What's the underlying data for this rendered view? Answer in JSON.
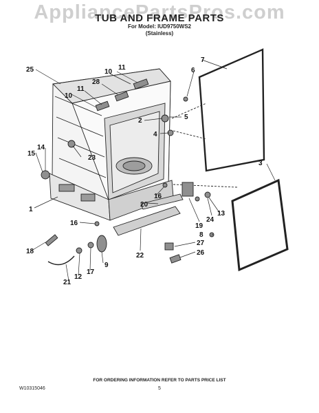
{
  "watermark": "AppliancePartsPros.com",
  "header": {
    "title": "TUB AND FRAME PARTS",
    "model": "For Model: IUD9750WS2",
    "variant": "(Stainless)"
  },
  "callouts": [
    "1",
    "2",
    "3",
    "4",
    "5",
    "6",
    "7",
    "8",
    "9",
    "10",
    "10",
    "11",
    "11",
    "12",
    "13",
    "14",
    "15",
    "16",
    "16",
    "17",
    "18",
    "19",
    "20",
    "21",
    "22",
    "23",
    "24",
    "25",
    "26",
    "27",
    "28"
  ],
  "footer": {
    "note": "FOR ORDERING INFORMATION REFER TO PARTS PRICE LIST",
    "doc_number": "W10315046",
    "page_number": "5"
  }
}
